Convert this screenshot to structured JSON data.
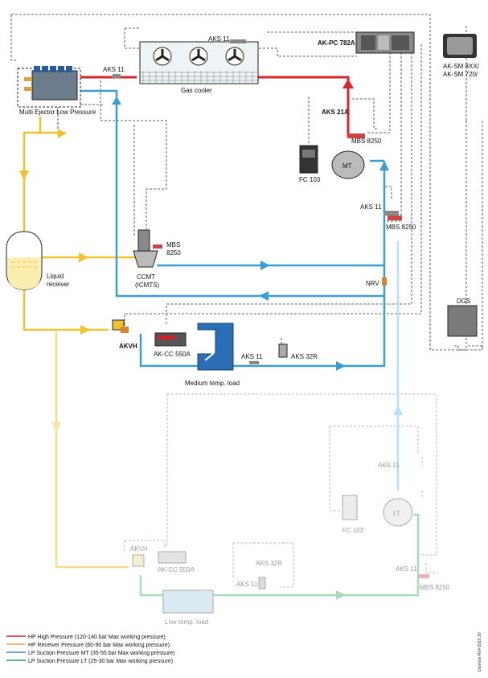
{
  "labels": {
    "gas_cooler": "Gas cooler",
    "aks11_top": "AKS 11",
    "aks11_left": "AKS 11",
    "akpc": "AK-PC 782A",
    "aksm": "AK-SM 8XX/ AK-SM 720/",
    "multi_ejector": "Multi Ejector Low Pressure",
    "aks21a": "AKS 21A",
    "mbs8250_mt": "MBS 8250",
    "mt": "MT",
    "fc103": "FC 103",
    "aks11_mt": "AKS 11",
    "mbs8250_mt2": "MBS 8250",
    "mbs_ccmt": "MBS 8250",
    "liquid_receiver": "Liquid receiver",
    "ccmt": "CCMT (ICMTS)",
    "nrv": "NRV",
    "dgs": "DGS",
    "akvh": "AKVH",
    "akcc": "AK-CC 550A",
    "aks11_med": "AKS 11",
    "aks32r": "AKS 32R",
    "medium_load": "Medium temp. load",
    "aks11_lt": "AKS 11",
    "lt": "LT",
    "fc103_lt": "FC 103",
    "akvh_lt": "AKVH",
    "akcc_lt": "AK-CC 550A",
    "aks32r_lt": "AKS 32R",
    "aks11_lt2": "AKS 11",
    "aks11_lt3": "AKS 11",
    "mbs8250_lt": "MBS 8250",
    "low_load": "Low temp. load",
    "side_code": "Danfoss R64-2915.20"
  },
  "legend": [
    {
      "color": "#d9262c",
      "text": "HP High Pressure (120-140 bar Max working pressure)"
    },
    {
      "color": "#e8a33c",
      "text": "HP Receiver Pressure (60-90 bar Max working pressure)"
    },
    {
      "color": "#3a8fc4",
      "text": "LP Suction Pressure MT (35-55 bar Max working pressure)"
    },
    {
      "color": "#2a9a5a",
      "text": "LP Suction Pressure LT (25-30 bar Max working pressure)"
    }
  ],
  "colors": {
    "hp": "#d9262c",
    "receiver": "#f2c12e",
    "mt": "#3a9fd0",
    "lt_light": "#b9e0f2",
    "lt_green": "#a8dcb8"
  }
}
